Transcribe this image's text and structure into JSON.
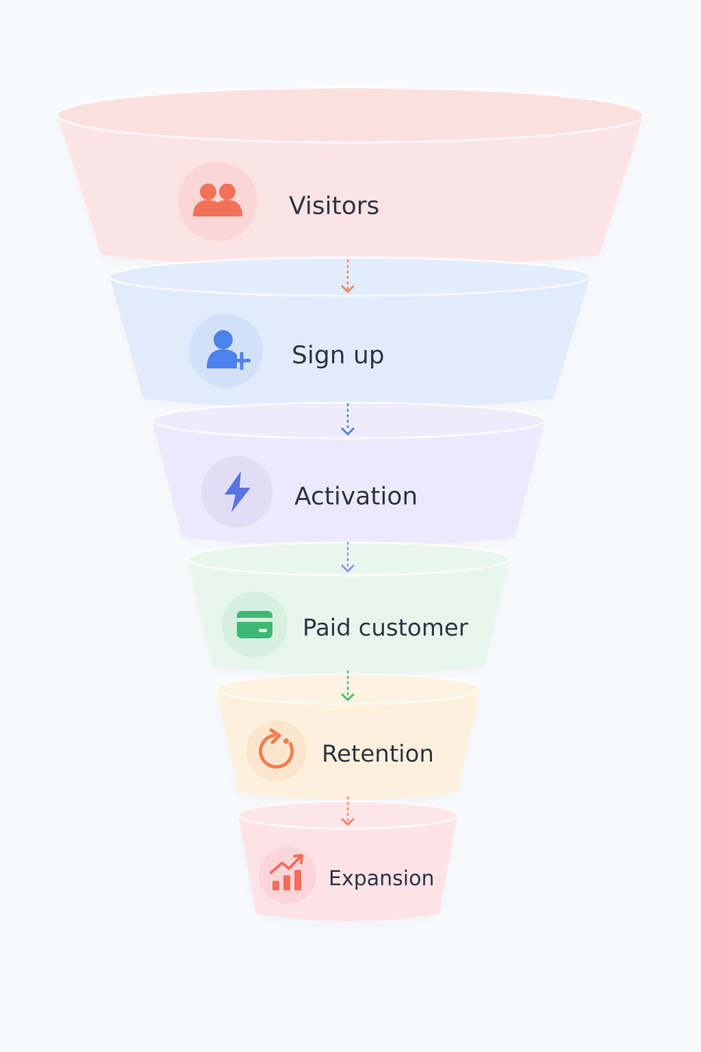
{
  "diagram": {
    "type": "funnel",
    "stages": [
      {
        "label": "Visitors",
        "icon": "users-icon",
        "fill": "#fde4e4",
        "rim": "#fbe0e0",
        "icon_bg": "#fbd6d6",
        "icon_color": "#f27159",
        "arrow_color": "#f0846a"
      },
      {
        "label": "Sign up",
        "icon": "user-plus-icon",
        "fill": "#e0ebfc",
        "rim": "#e3ecfb",
        "icon_bg": "#d3e1f8",
        "icon_color": "#4c82ea",
        "arrow_color": "#4c82ea"
      },
      {
        "label": "Activation",
        "icon": "lightning-icon",
        "fill": "#ebe9fb",
        "rim": "#eeecfb",
        "icon_bg": "#e1ddf6",
        "icon_color": "#5b73e0",
        "arrow_color": "#8b95de"
      },
      {
        "label": "Paid customer",
        "icon": "credit-card-icon",
        "fill": "#e6f6ec",
        "rim": "#e9f6ee",
        "icon_bg": "#d6efdf",
        "icon_color": "#3fb774",
        "arrow_color": "#4dbb7c"
      },
      {
        "label": "Retention",
        "icon": "refresh-icon",
        "fill": "#fdf1dd",
        "rim": "#fdf3e2",
        "icon_bg": "#fbe6cd",
        "icon_color": "#f07e52",
        "arrow_color": "#f0846a"
      },
      {
        "label": "Expansion",
        "icon": "growth-chart-icon",
        "fill": "#fde3e6",
        "rim": "#fde6e8",
        "icon_bg": "#fbd5d9",
        "icon_color": "#f36d5a",
        "arrow_color": null
      }
    ]
  }
}
